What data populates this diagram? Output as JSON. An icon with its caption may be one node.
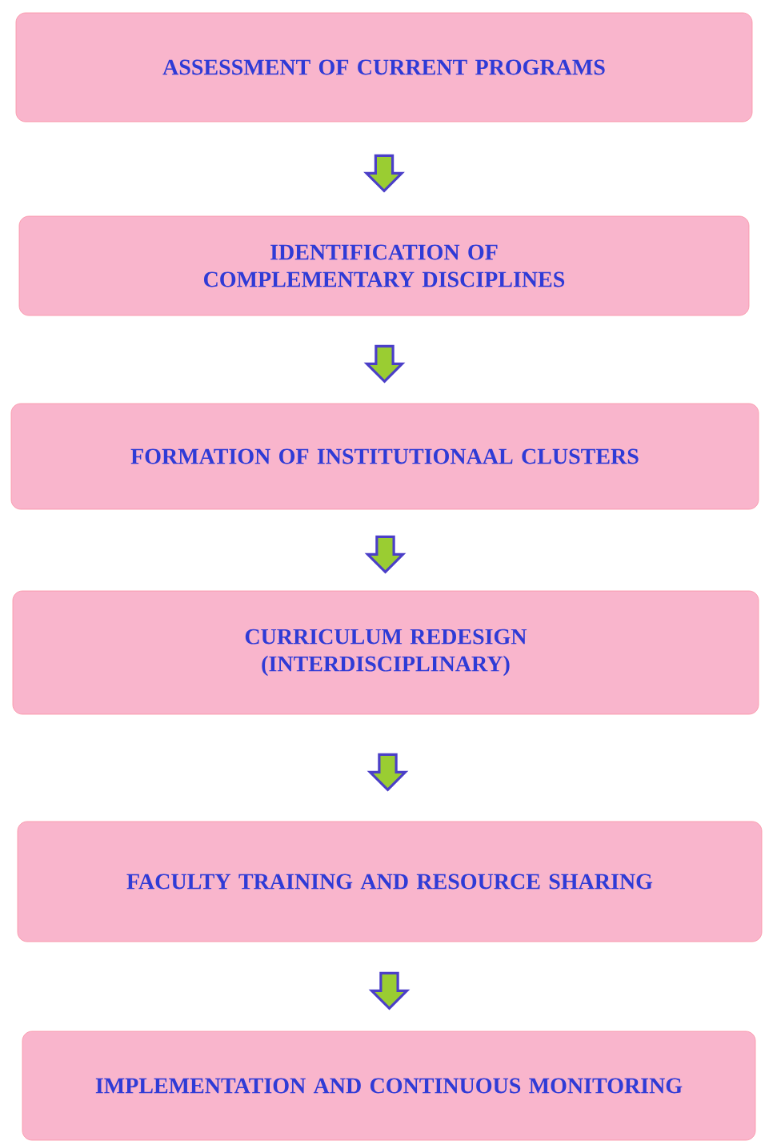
{
  "diagram": {
    "nodes": [
      {
        "text": [
          "ASSESSMENT OF CURRENT PROGRAMS"
        ]
      },
      {
        "text": [
          "IDENTIFICATION OF COMPLEMENTARY DISCIPLINES"
        ]
      },
      {
        "text": [
          "FORMATION OF INSTITUTIONAAL CLUSTERS"
        ]
      },
      {
        "text": [
          "CURRICULUM REDESIGN (INTERDISCIPLINARY)"
        ]
      },
      {
        "text": [
          "FACULTY TRAINING AND RESOURCE SHARING"
        ]
      },
      {
        "text": [
          "IMPLEMENTATION AND CONTINUOUS MONITORING"
        ]
      }
    ],
    "edges": [
      {
        "from": 0,
        "to": 1,
        "arrow": "to"
      },
      {
        "from": 1,
        "to": 2,
        "arrow": "to"
      },
      {
        "from": 2,
        "to": 3,
        "arrow": "to"
      },
      {
        "from": 3,
        "to": 4,
        "arrow": "to"
      },
      {
        "from": 4,
        "to": 5,
        "arrow": "to"
      }
    ]
  }
}
